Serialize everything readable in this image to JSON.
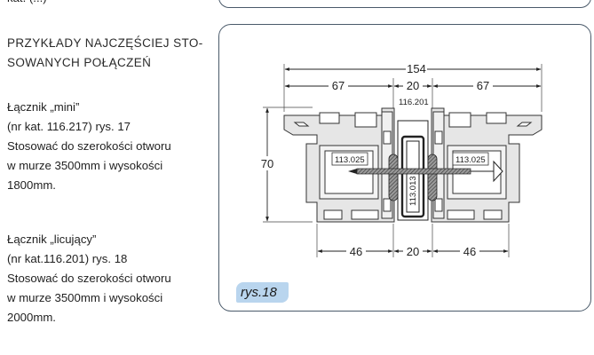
{
  "left": {
    "partial_top": "kat. (...)",
    "heading_line1": "PRZYKŁADY NAJCZĘŚCIEJ STO-",
    "heading_line2": "SOWANYCH POŁĄCZEŃ",
    "mini_title": "Łącznik „mini”",
    "mini_line1": "(nr kat. 116.217) rys. 17",
    "mini_line2": "Stosować do szerokości otworu",
    "mini_line3": "w murze 3500mm i wysokości",
    "mini_line4": "1800mm.",
    "lic_title": "Łącznik „licujący”",
    "lic_line1": "(nr kat.116.201) rys. 18",
    "lic_line2": "Stosować do szerokości otworu",
    "lic_line3": "w murze 3500mm i wysokości",
    "lic_line4": "2000mm."
  },
  "figure": {
    "dim_total": "154",
    "dim_left": "67",
    "dim_center": "20",
    "dim_right": "67",
    "dim_height": "70",
    "part_top": "116.201",
    "part_left": "113.025",
    "part_right": "113.025",
    "part_vertical": "113.013",
    "dim_bottom_left": "46",
    "dim_bottom_center": "20",
    "dim_bottom_right": "46",
    "label": "rys.18"
  }
}
